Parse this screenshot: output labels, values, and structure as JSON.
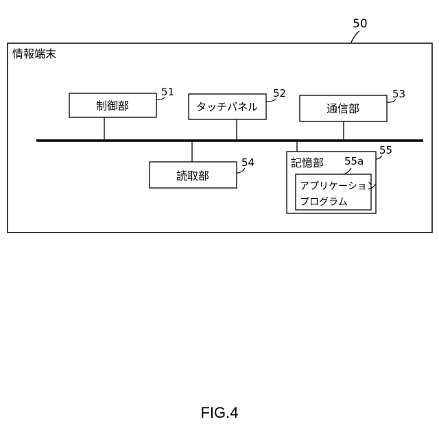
{
  "outer_ref": "50",
  "terminal_title": "情報端末",
  "blocks": {
    "control": {
      "label": "制御部",
      "ref": "51"
    },
    "touch_panel": {
      "label": "タッチパネル",
      "ref": "52"
    },
    "communication": {
      "label": "通信部",
      "ref": "53"
    },
    "reading": {
      "label": "読取部",
      "ref": "54"
    },
    "storage": {
      "label": "記憶部",
      "ref": "55"
    },
    "app_program": {
      "line1": "アプリケーション",
      "line2": "プログラム",
      "ref": "55a"
    }
  },
  "figure_label": "FIG.4"
}
